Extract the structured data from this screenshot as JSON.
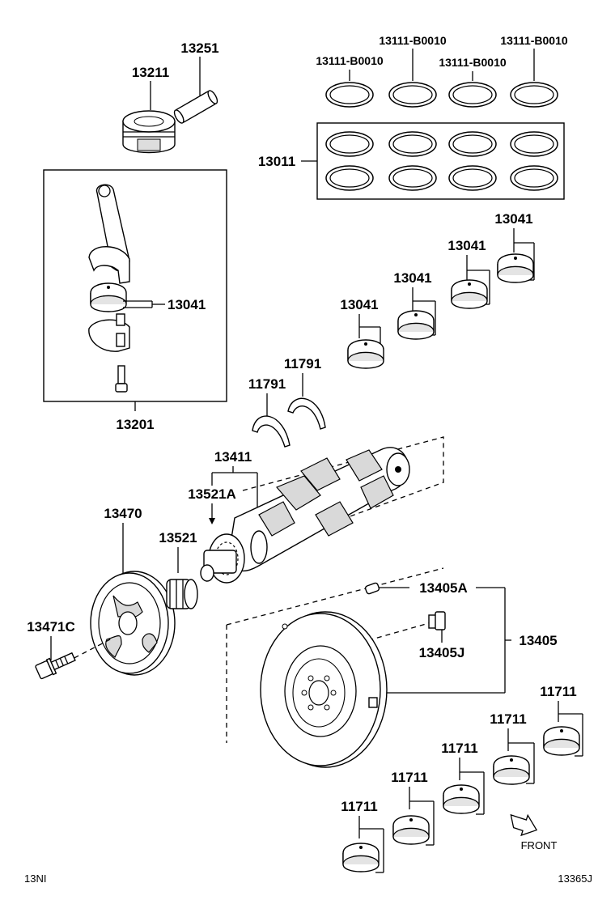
{
  "parts": {
    "piston": "13211",
    "piston_pin": "13251",
    "ring_set_1": "13111-B0010",
    "ring_set_2": "13111-B0010",
    "ring_set_3": "13111-B0010",
    "ring_set_4": "13111-B0010",
    "ring_kit": "13011",
    "conrod_bearing_inset": "13041",
    "conrod_bearing_a": "13041",
    "conrod_bearing_b": "13041",
    "conrod_bearing_c": "13041",
    "conrod_bearing_d": "13041",
    "conrod_assembly": "13201",
    "thrust_washer_a": "11791",
    "thrust_washer_b": "11791",
    "crankshaft": "13411",
    "crank_key": "13521A",
    "pulley": "13470",
    "crank_gear": "13521",
    "pulley_bolt": "13471C",
    "flywheel_pin": "13405A",
    "flywheel": "13405",
    "flywheel_bolt": "13405J",
    "main_bearing_a": "11711",
    "main_bearing_b": "11711",
    "main_bearing_c": "11711",
    "main_bearing_d": "11711",
    "main_bearing_e": "11711"
  },
  "front_label": "FRONT",
  "footer": {
    "left_code": "13NI",
    "right_code": "13365J"
  }
}
